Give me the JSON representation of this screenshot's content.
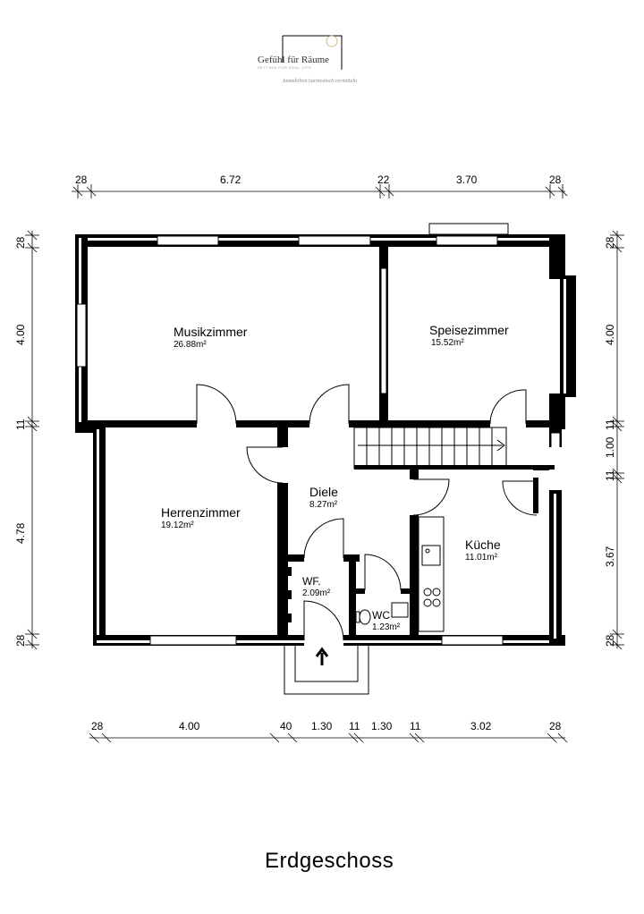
{
  "logo": {
    "brand": "Gefühl für Räume",
    "subline": "SETTING FOR REAL LIFE",
    "tagline": "Immobilien harmonisch vermitteln"
  },
  "rooms": [
    {
      "id": "musikzimmer",
      "name": "Musikzimmer",
      "area": "26.88m²"
    },
    {
      "id": "speisezimmer",
      "name": "Speisezimmer",
      "area": "15.52m²"
    },
    {
      "id": "herrenzimmer",
      "name": "Herrenzimmer",
      "area": "19.12m²"
    },
    {
      "id": "diele",
      "name": "Diele",
      "area": "8.27m²"
    },
    {
      "id": "kueche",
      "name": "Küche",
      "area": "11.01m²"
    },
    {
      "id": "wf",
      "name": "WF.",
      "area": "2.09m²"
    },
    {
      "id": "wc",
      "name": "WC",
      "area": "1.23m²"
    }
  ],
  "dimensions": {
    "top": [
      "28",
      "6.72",
      "22",
      "3.70",
      "28"
    ],
    "bottom": [
      "28",
      "4.00",
      "40",
      "1.30",
      "11",
      "1.30",
      "11",
      "3.02",
      "28"
    ],
    "left": [
      "28",
      "4.00",
      "11",
      "4.78",
      "28"
    ],
    "right": [
      "28",
      "4.00",
      "11",
      "1.00",
      "11",
      "3.67",
      "28"
    ]
  },
  "floor_title": "Erdgeschoss"
}
